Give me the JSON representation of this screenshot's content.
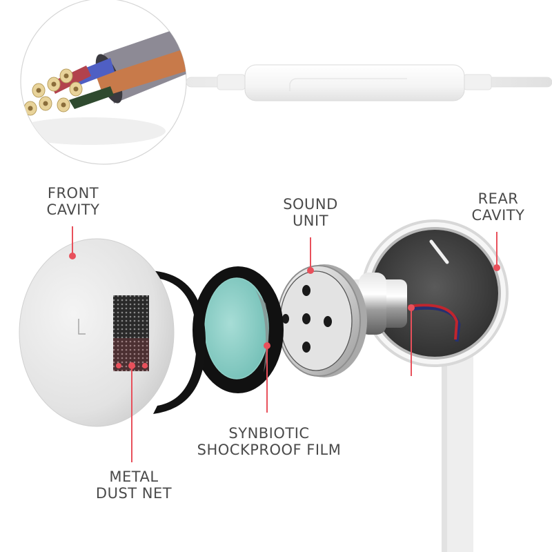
{
  "diagram": {
    "subject": "Earphone exploded view",
    "accent_color": "#e8505b",
    "text_color": "#4a4a4a",
    "callouts": [
      {
        "id": "front-cavity",
        "lines": [
          "FRONT",
          "CAVITY"
        ]
      },
      {
        "id": "sound-unit",
        "lines": [
          "SOUND",
          "UNIT"
        ]
      },
      {
        "id": "rear-cavity",
        "lines": [
          "REAR",
          "CAVITY"
        ]
      },
      {
        "id": "synbiotic-film",
        "lines": [
          "SYNBIOTIC",
          "SHOCKPROOF FILM"
        ]
      },
      {
        "id": "metal-dust-net",
        "lines": [
          "METAL",
          "DUST NET"
        ]
      }
    ],
    "earpiece_side_mark": "L",
    "inset": {
      "subject": "multi-core copper cable cross-section"
    },
    "remote": {
      "subject": "in-line remote control"
    }
  }
}
